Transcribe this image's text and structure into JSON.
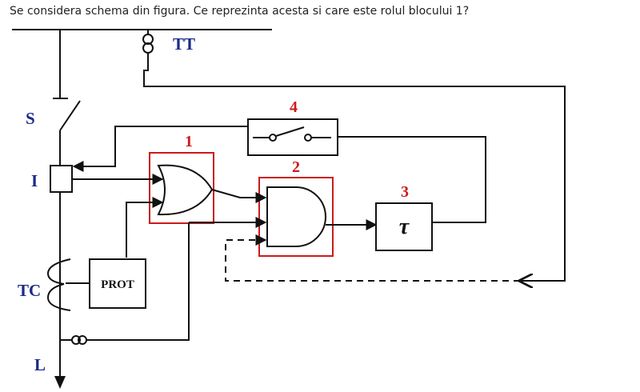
{
  "question": "Se considera schema din figura. Ce reprezinta acesta si care este rolul blocului 1?",
  "labels": {
    "tt": "TT",
    "s": "S",
    "i": "I",
    "tc": "TC",
    "l": "L",
    "prot": "PROT",
    "tau": "τ",
    "block1": "1",
    "block2": "2",
    "block3": "3",
    "block4": "4"
  },
  "colors": {
    "line": "#111111",
    "block_border": "#cc1a1a",
    "label_blue": "#1a2a8a"
  }
}
